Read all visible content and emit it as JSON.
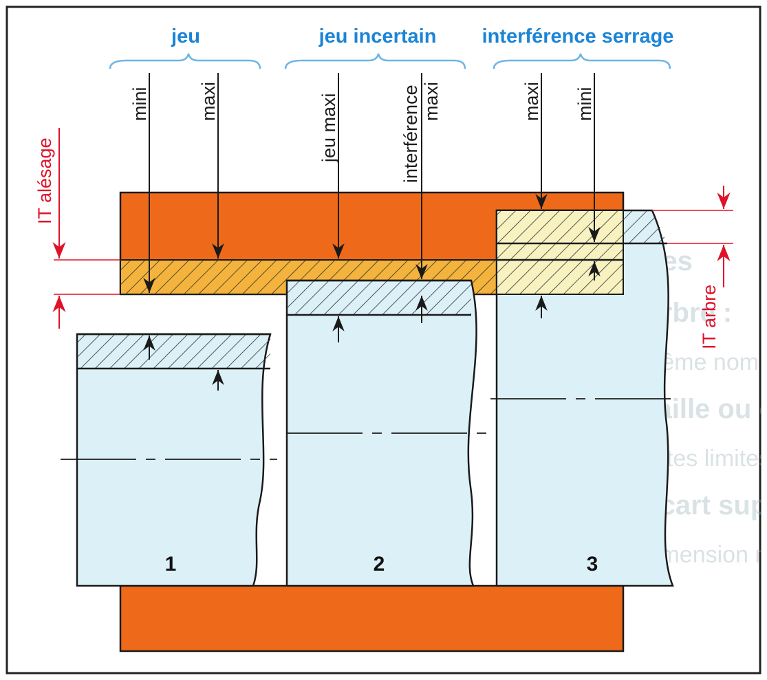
{
  "headers": {
    "clearance": "jeu",
    "transition": "jeu incertain",
    "interference": "interférence serrage"
  },
  "annotations": {
    "fit1_min": "mini",
    "fit1_max": "maxi",
    "fit2_clearance_max": "jeu maxi",
    "fit2_interference_line1": "interférence",
    "fit2_interference_line2": "maxi",
    "fit3_max": "maxi",
    "fit3_min": "mini"
  },
  "tolerances": {
    "bore": "IT alésage",
    "shaft": "IT arbre"
  },
  "shaft_numbers": [
    "1",
    "2",
    "3"
  ],
  "colors": {
    "frame_border": "#222222",
    "bore_part": "#ee6a1a",
    "bore_tolerance_zone": "#f4b33c",
    "interference_zone": "#f7f2c0",
    "shaft_fill": "#dcf0f7",
    "header_text": "#1b84d6",
    "tolerance_text": "#e0122a"
  }
}
